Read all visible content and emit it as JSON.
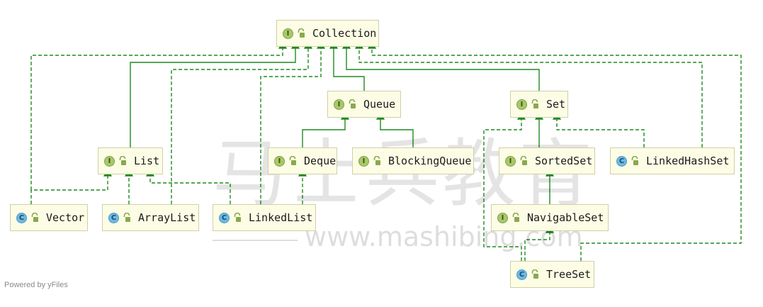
{
  "diagram": {
    "nodes": [
      {
        "id": "collection",
        "name": "Collection",
        "kind": "I"
      },
      {
        "id": "queue",
        "name": "Queue",
        "kind": "I"
      },
      {
        "id": "set",
        "name": "Set",
        "kind": "I"
      },
      {
        "id": "list",
        "name": "List",
        "kind": "I"
      },
      {
        "id": "deque",
        "name": "Deque",
        "kind": "I"
      },
      {
        "id": "blockingqueue",
        "name": "BlockingQueue",
        "kind": "I"
      },
      {
        "id": "sortedset",
        "name": "SortedSet",
        "kind": "I"
      },
      {
        "id": "linkedhashset",
        "name": "LinkedHashSet",
        "kind": "C"
      },
      {
        "id": "vector",
        "name": "Vector",
        "kind": "C"
      },
      {
        "id": "arraylist",
        "name": "ArrayList",
        "kind": "C"
      },
      {
        "id": "linkedlist",
        "name": "LinkedList",
        "kind": "C"
      },
      {
        "id": "navigableset",
        "name": "NavigableSet",
        "kind": "I"
      },
      {
        "id": "treeset",
        "name": "TreeSet",
        "kind": "C"
      }
    ],
    "edges": [
      {
        "from": "list",
        "to": "collection",
        "type": "extends"
      },
      {
        "from": "queue",
        "to": "collection",
        "type": "extends"
      },
      {
        "from": "set",
        "to": "collection",
        "type": "extends"
      },
      {
        "from": "deque",
        "to": "queue",
        "type": "extends"
      },
      {
        "from": "blockingqueue",
        "to": "queue",
        "type": "extends"
      },
      {
        "from": "sortedset",
        "to": "set",
        "type": "extends"
      },
      {
        "from": "navigableset",
        "to": "sortedset",
        "type": "extends"
      },
      {
        "from": "linkedlist",
        "to": "deque",
        "type": "implements"
      },
      {
        "from": "vector",
        "to": "list",
        "type": "implements"
      },
      {
        "from": "arraylist",
        "to": "list",
        "type": "implements"
      },
      {
        "from": "linkedlist",
        "to": "list",
        "type": "implements"
      },
      {
        "from": "treeset",
        "to": "navigableset",
        "type": "implements"
      },
      {
        "from": "treeset",
        "to": "set",
        "type": "implements"
      },
      {
        "from": "linkedhashset",
        "to": "set",
        "type": "implements"
      },
      {
        "from": "vector",
        "to": "collection",
        "type": "implements"
      },
      {
        "from": "arraylist",
        "to": "collection",
        "type": "implements"
      },
      {
        "from": "linkedlist",
        "to": "collection",
        "type": "implements"
      },
      {
        "from": "linkedhashset",
        "to": "collection",
        "type": "implements"
      },
      {
        "from": "treeset",
        "to": "collection",
        "type": "implements"
      }
    ],
    "colors": {
      "node_fill": "#fdfde6",
      "node_border": "#cfcfa8",
      "edge": "#1f8a1f",
      "interface_badge": "#a8c86a",
      "class_badge": "#6fb8e2"
    }
  },
  "watermark": {
    "chinese": "马士兵教育",
    "url": "www.mashibing.com"
  },
  "footer": {
    "text": "Powered by yFiles"
  }
}
